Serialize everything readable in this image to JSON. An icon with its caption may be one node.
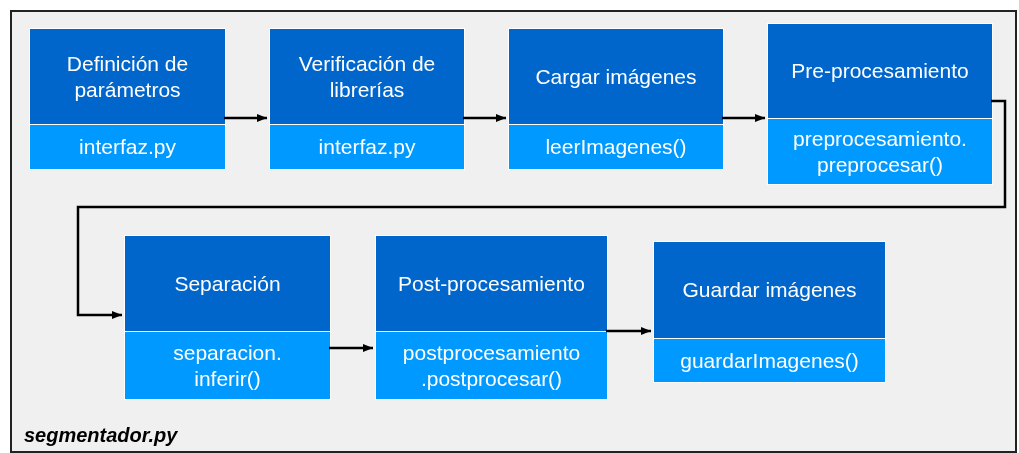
{
  "diagram": {
    "nodes": [
      {
        "text": [
          "segmentador.py"
        ]
      },
      {
        "text": [
          "Definición de parámetros",
          "interfaz.py"
        ],
        "in": 0
      },
      {
        "text": [
          "Verificación de librerías",
          "interfaz.py"
        ],
        "in": 0
      },
      {
        "text": [
          "Cargar imágenes",
          "leerImagenes()"
        ],
        "in": 0
      },
      {
        "text": [
          "Pre-procesamiento",
          "preprocesamiento. preprocesar()"
        ],
        "in": 0
      },
      {
        "text": [
          "Separación",
          "separacion. inferir()"
        ],
        "in": 0
      },
      {
        "text": [
          "Post-procesamiento",
          "postprocesamiento .postprocesar()"
        ],
        "in": 0
      },
      {
        "text": [
          "Guardar imágenes",
          "guardarImagenes()"
        ],
        "in": 0
      }
    ],
    "edges": [
      {
        "from": 1,
        "to": 2,
        "arrow": "to"
      },
      {
        "from": 2,
        "to": 3,
        "arrow": "to"
      },
      {
        "from": 3,
        "to": 4,
        "arrow": "to"
      },
      {
        "from": 4,
        "to": 5,
        "arrow": "to"
      },
      {
        "from": 5,
        "to": 6,
        "arrow": "to"
      },
      {
        "from": 6,
        "to": 7,
        "arrow": "to"
      }
    ]
  }
}
